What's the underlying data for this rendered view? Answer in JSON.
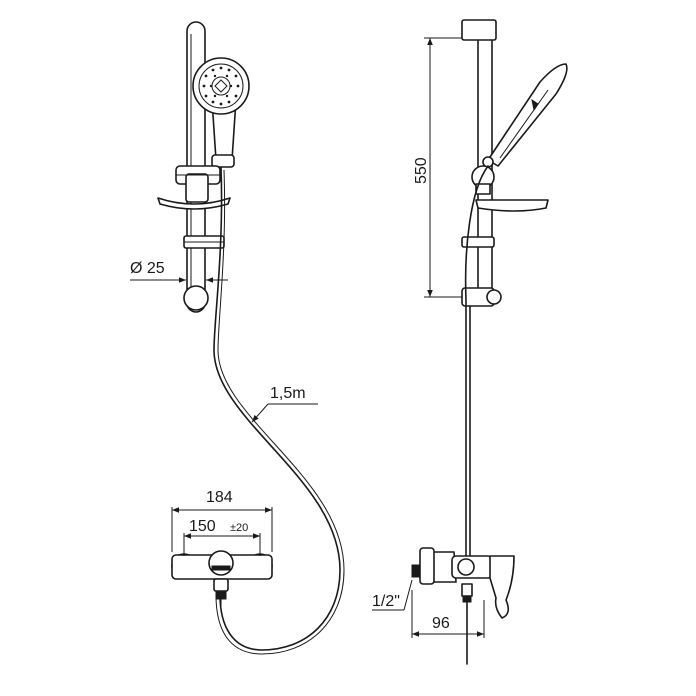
{
  "dimensions": {
    "rail_diameter": "Ø 25",
    "hose_length": "1,5m",
    "mixer_width": "184",
    "inlet_spacing": "150",
    "inlet_tolerance": "±20",
    "rail_height": "550",
    "inlet_thread": "1/2\"",
    "projection": "96"
  }
}
